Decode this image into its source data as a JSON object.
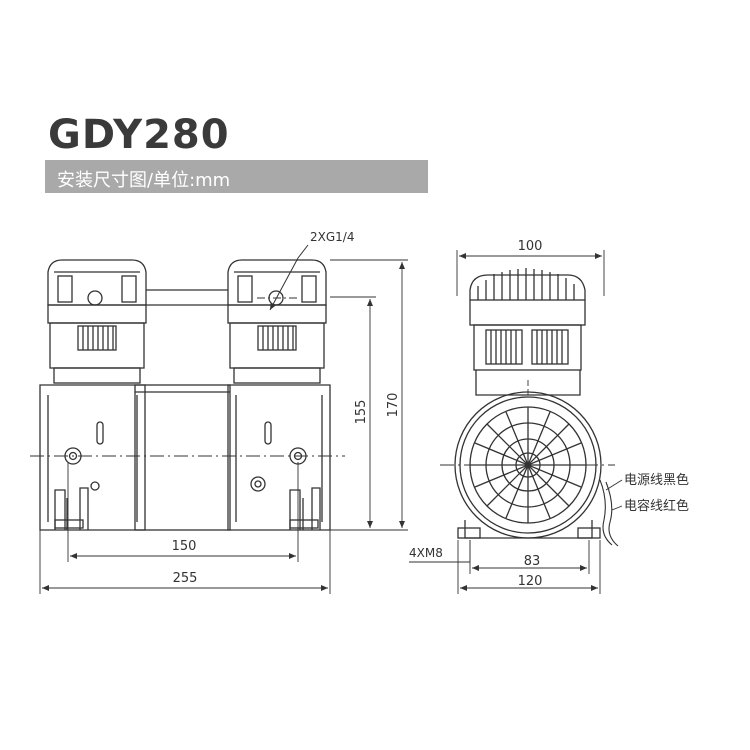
{
  "header": {
    "model": "GDY280",
    "subtitle": "安装尺寸图/单位:mm"
  },
  "front_view": {
    "port_label": "2XG1/4",
    "dim_height_total": "170",
    "dim_height_mount": "155",
    "dim_hole_spacing": "150",
    "dim_length": "255"
  },
  "side_view": {
    "dim_width_top": "100",
    "dim_hole_spacing": "83",
    "dim_width_base": "120",
    "bolt_label": "4XM8",
    "wire_black_label": "电源线黑色",
    "wire_red_label": "电容线红色"
  },
  "colors": {
    "line": "#333333",
    "subtitle_bg": "#a9a9a9",
    "title": "#3a3a3a"
  }
}
